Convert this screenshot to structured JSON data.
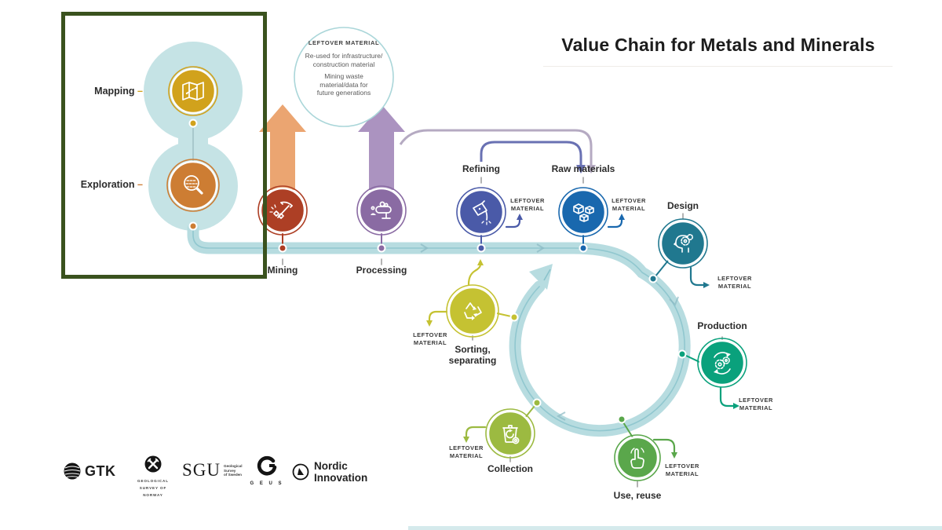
{
  "title": "Value Chain for Metals and Minerals",
  "leftover_bubble": {
    "title": "LEFTOVER MATERIAL",
    "line1": "Re-used for infrastructure/",
    "line2": "construction material",
    "line3": "Mining waste",
    "line4": "material/data for",
    "line5": "future generations"
  },
  "leftover_tag": {
    "line1": "LEFTOVER",
    "line2": "MATERIAL"
  },
  "stages": {
    "mapping": {
      "label": "Mapping",
      "dash": "–"
    },
    "exploration": {
      "label": "Exploration",
      "dash": "–"
    },
    "mining": {
      "label": "Mining"
    },
    "processing": {
      "label": "Processing"
    },
    "refining": {
      "label": "Refining"
    },
    "raw_materials": {
      "label": "Raw materials"
    },
    "design": {
      "label": "Design"
    },
    "production": {
      "label": "Production"
    },
    "use_reuse": {
      "label": "Use, reuse"
    },
    "collection": {
      "label": "Collection"
    },
    "sorting": {
      "line1": "Sorting,",
      "line2": "separating"
    }
  },
  "logos": {
    "gtk": "GTK",
    "ngu_lines": [
      "GEOLOGICAL",
      "SURVEY OF",
      "NORWAY"
    ],
    "sgu": "SGU",
    "sgu_sub": [
      "Geological",
      "Survey",
      "of Sweden"
    ],
    "geus": "G E U S",
    "nordic_line1": "Nordic",
    "nordic_line2": "Innovation"
  },
  "colors": {
    "mapping": "#d1a21c",
    "exploration": "#cd7d33",
    "mining": "#ad3f25",
    "processing": "#8a6ba3",
    "refining": "#4a5aa8",
    "raw_materials": "#1968ae",
    "design": "#20788f",
    "production": "#0aa17c",
    "use_reuse": "#5aa74b",
    "collection": "#9cba41",
    "sorting": "#c5c232",
    "band": "#b7dce0",
    "blob": "#c5e3e5",
    "highlight_border": "#3a521e",
    "arrow_orange": "#eba571",
    "arrow_purple": "#ab93c0",
    "connector_grey": "#b5aac2",
    "connector_blue": "#6971b3"
  }
}
